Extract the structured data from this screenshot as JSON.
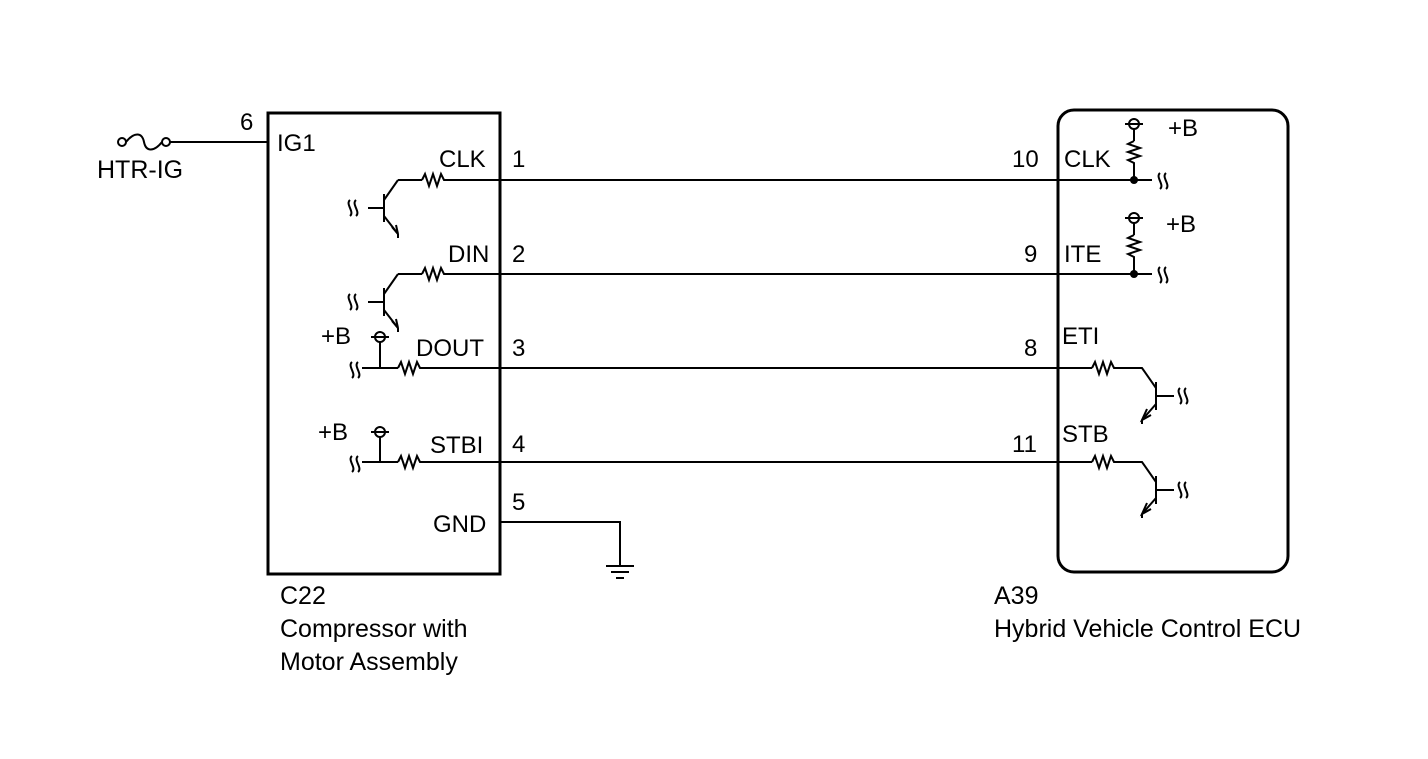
{
  "fuse": {
    "label": "HTR-IG",
    "pin": "6"
  },
  "left_component": {
    "code": "C22",
    "name_line1": "Compressor with",
    "name_line2": "Motor Assembly",
    "terminals": {
      "ig1": "IG1",
      "clk": "CLK",
      "din": "DIN",
      "dout": "DOUT",
      "stbi": "STBI",
      "gnd": "GND"
    },
    "pins": {
      "clk": "1",
      "din": "2",
      "dout": "3",
      "stbi": "4",
      "gnd": "5"
    },
    "supply_labels": {
      "dout": "+B",
      "stbi": "+B"
    }
  },
  "right_component": {
    "code": "A39",
    "name": "Hybrid Vehicle Control ECU",
    "terminals": {
      "clk": "CLK",
      "ite": "ITE",
      "eti": "ETI",
      "stb": "STB"
    },
    "pins": {
      "clk": "10",
      "ite": "9",
      "eti": "8",
      "stb": "11"
    },
    "supply_labels": {
      "clk": "+B",
      "ite": "+B"
    }
  }
}
